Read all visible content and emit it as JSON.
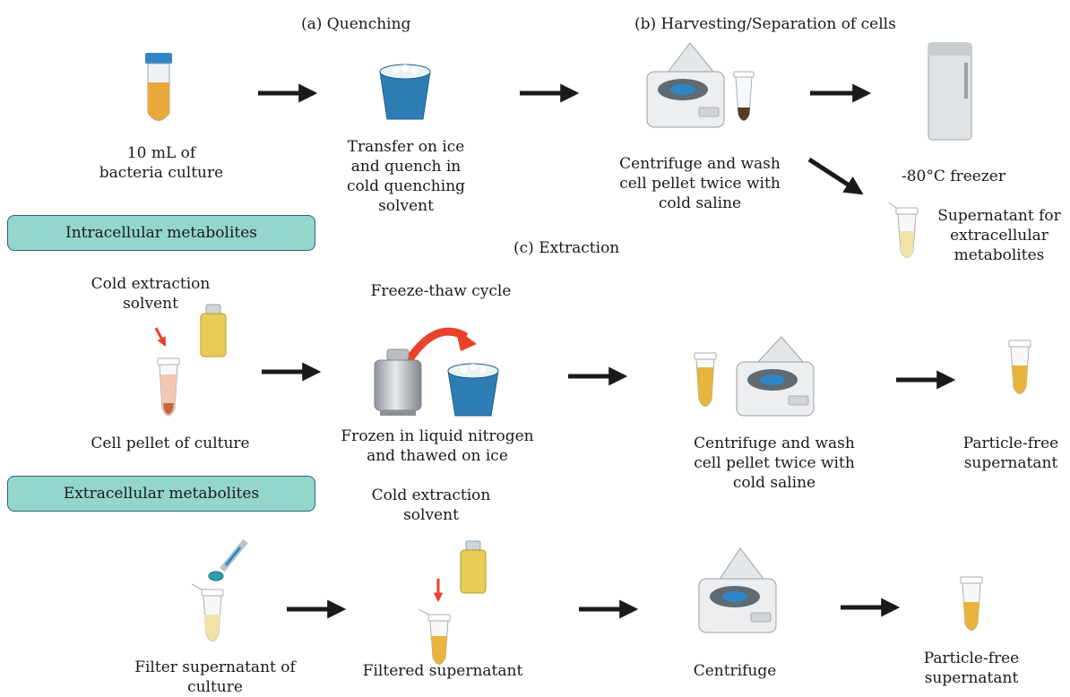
{
  "sections": {
    "a": "(a) Quenching",
    "b": "(b) Harvesting/Separation of cells",
    "c": "(c) Extraction"
  },
  "banners": {
    "intracellular": "Intracellular metabolites",
    "extracellular": "Extracellular metabolites"
  },
  "labels": {
    "culture": "10 mL of\nbacteria culture",
    "transfer_ice": "Transfer on ice\nand quench in\ncold quenching\nsolvent",
    "centrifuge_wash_top": "Centrifuge and wash\ncell pellet twice with\ncold saline",
    "freezer": "-80°C freezer",
    "supernatant_extra": "Supernatant for\nextracellular\nmetabolites",
    "cold_extraction_1": "Cold extraction\nsolvent",
    "freeze_thaw": "Freeze-thaw cycle",
    "cell_pellet": "Cell pellet of culture",
    "frozen_nitrogen": "Frozen in liquid nitrogen\nand thawed on ice",
    "centrifuge_wash_mid": "Centrifuge and wash\ncell pellet twice with\ncold saline",
    "particle_free_1": "Particle-free\nsupernatant",
    "cold_extraction_2": "Cold extraction\nsolvent",
    "filter_supernatant": "Filter supernatant of\nculture",
    "filtered_supernatant": "Filtered supernatant",
    "centrifuge": "Centrifuge",
    "particle_free_2": "Particle-free\nsupernatant"
  },
  "colors": {
    "banner_fill": "#94d6cc",
    "banner_border": "#2c5f84",
    "arrow": "#1a1a1a",
    "red_arrow": "#e8412c",
    "bucket": "#2e7db5"
  }
}
